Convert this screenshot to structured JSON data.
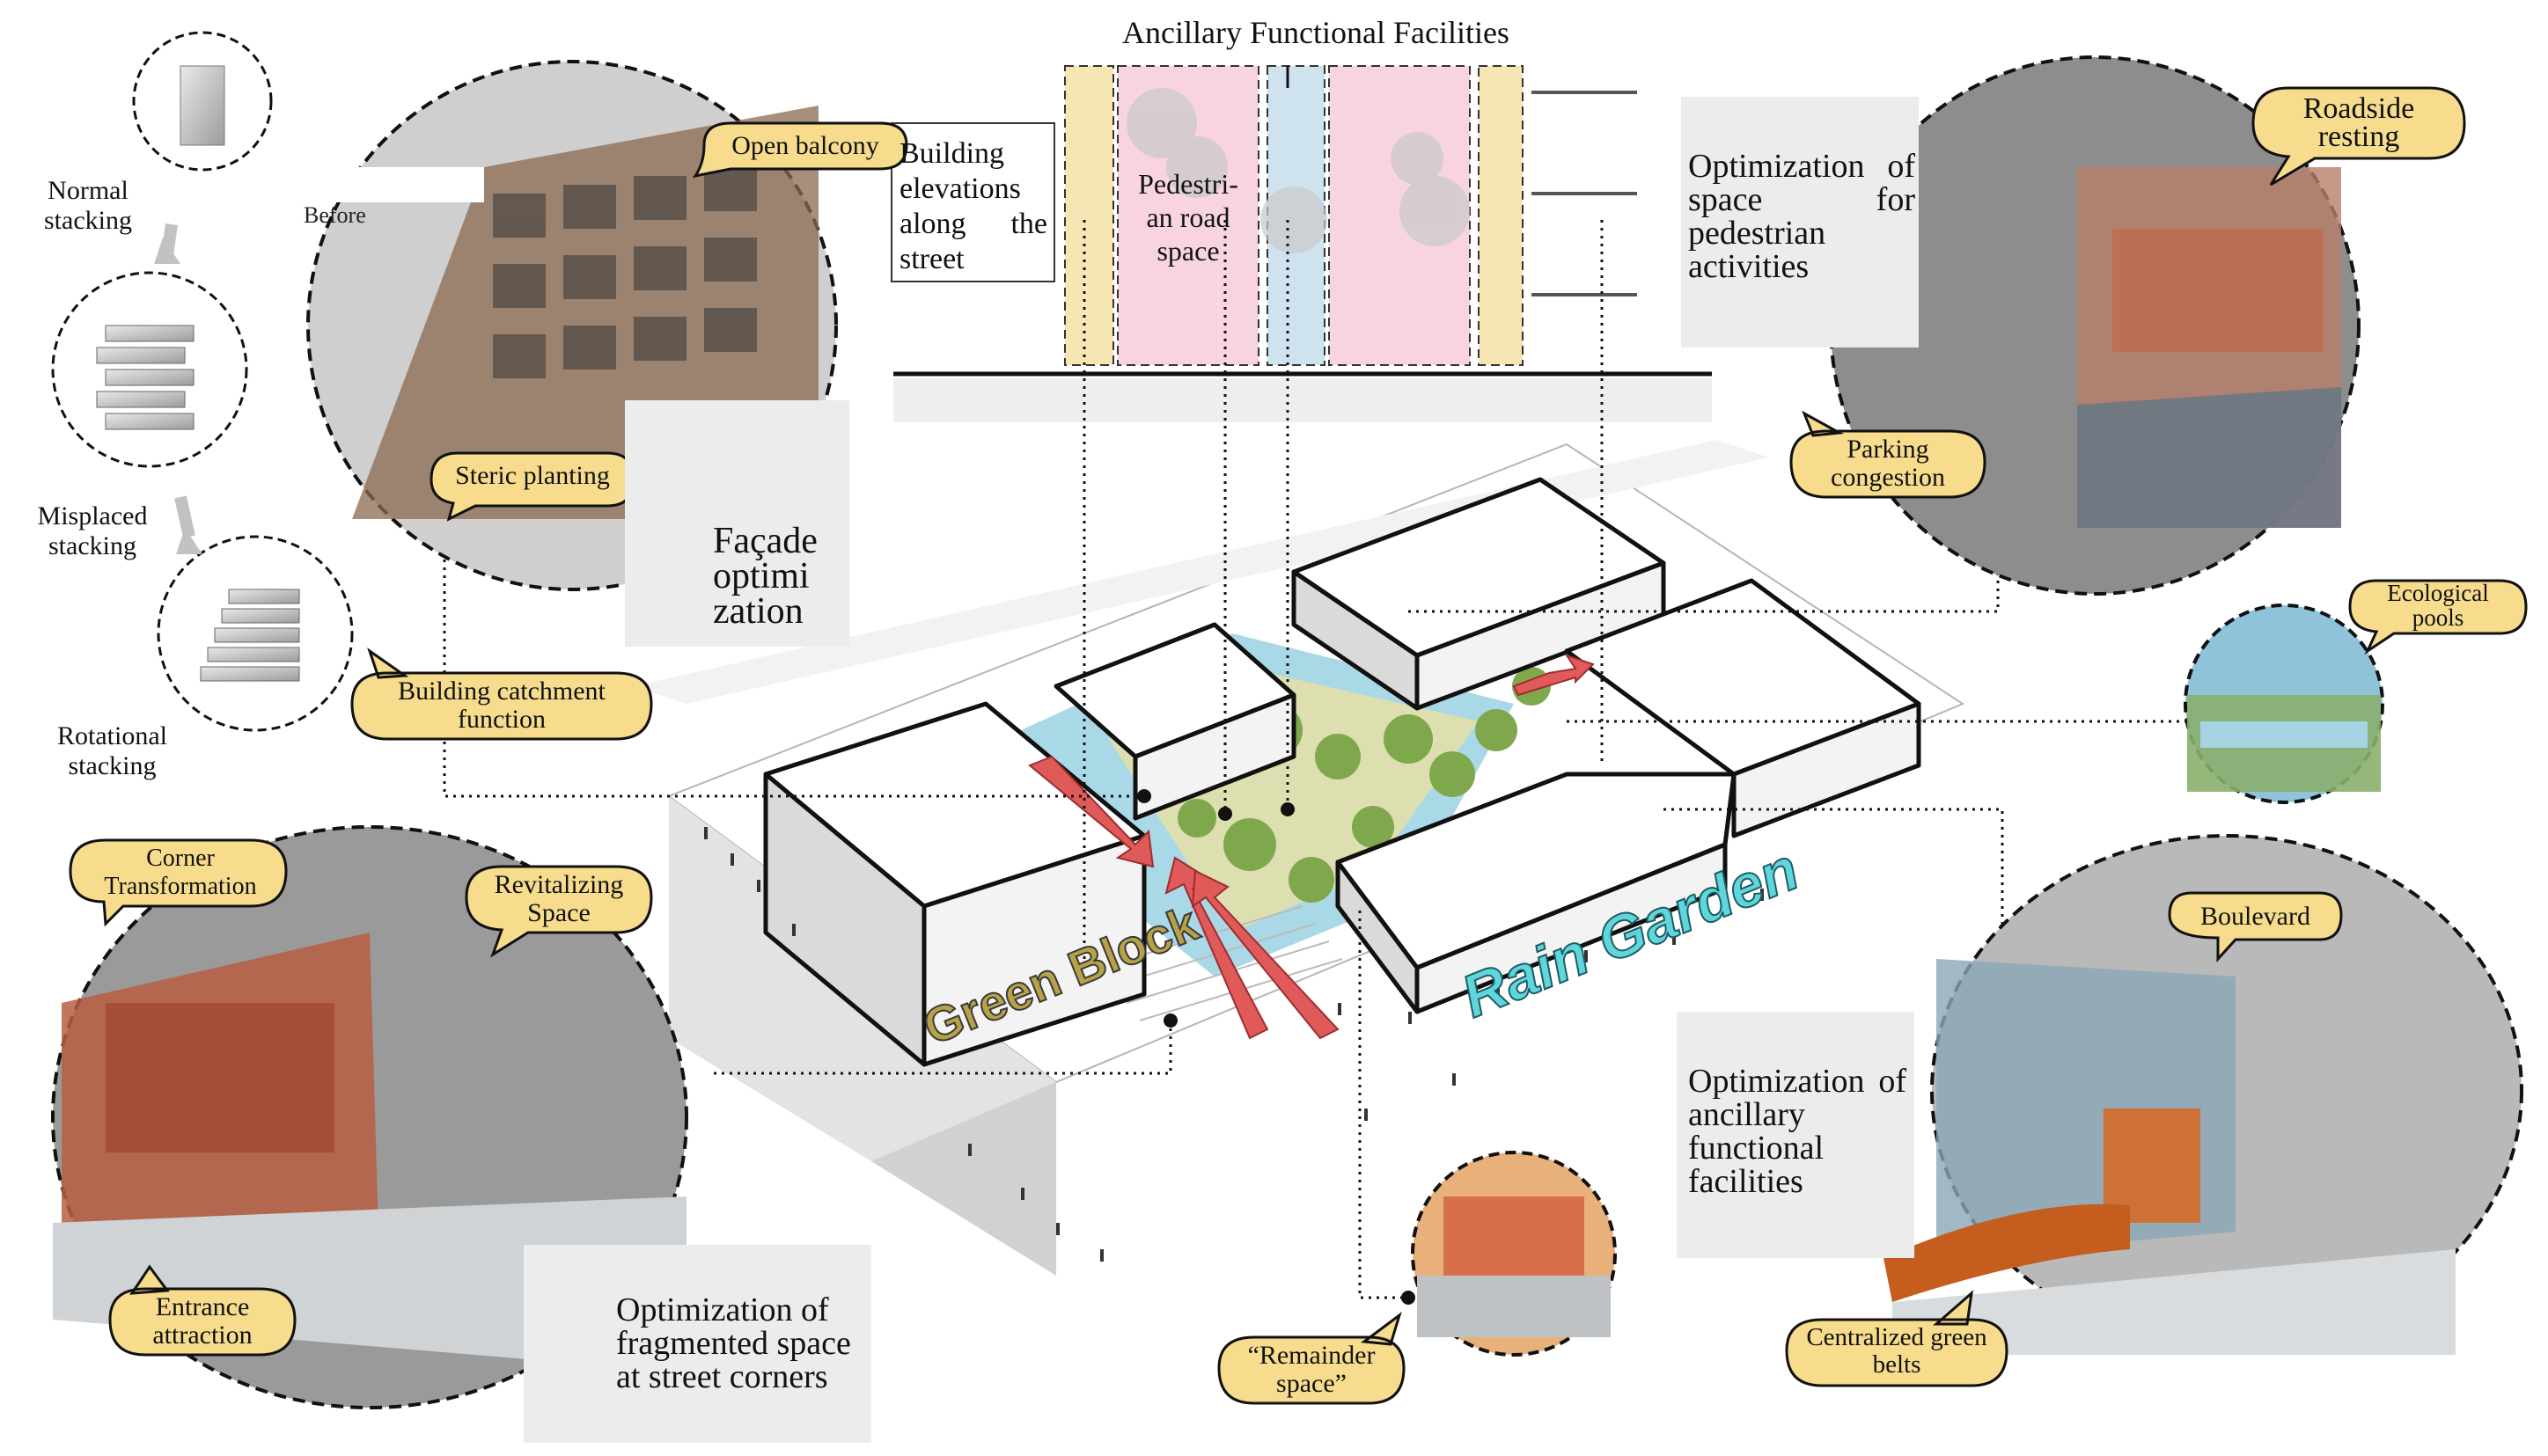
{
  "header": {
    "title": "Ancillary Functional Facilities"
  },
  "section_labels": {
    "building_elevations": "Building elevations along the street",
    "pedestrian_road": "Pedestri- an road space",
    "facade": "Façade optimi zation",
    "pedestrian_activities": "Optimization of space for pedestrian activities",
    "ancillary": "Optimization of ancillary functional facilities",
    "fragmented": "Optimization of fragmented space at street corners",
    "before": "Before"
  },
  "stacking": {
    "normal": "Normal stacking",
    "misplaced": "Misplaced stacking",
    "rotational": "Rotational stacking"
  },
  "callouts": {
    "open_balcony": "Open balcony",
    "steric_planting": "Steric planting",
    "building_catchment": "Building catchment function",
    "roadside_resting": "Roadside resting",
    "parking_congestion": "Parking congestion",
    "ecological_pools": "Ecological pools",
    "corner_transformation": "Corner Transformation",
    "revitalizing_space": "Revitalizing Space",
    "entrance_attraction": "Entrance attraction",
    "boulevard": "Boulevard",
    "centralized_green_belts": "Centralized green belts",
    "remainder_space": "“Remainder space”"
  },
  "plan_labels": {
    "green_block": "Green Block",
    "rain_garden": "Rain Garden"
  },
  "colors": {
    "callout_fill": "#f6dc8c",
    "pink_zone": "#f7d4de",
    "blue_zone": "#cfe3ef",
    "yellow_zone": "#f5e6b4",
    "arrow_red": "#e05a5a",
    "water_blue": "#a9d8e6"
  }
}
